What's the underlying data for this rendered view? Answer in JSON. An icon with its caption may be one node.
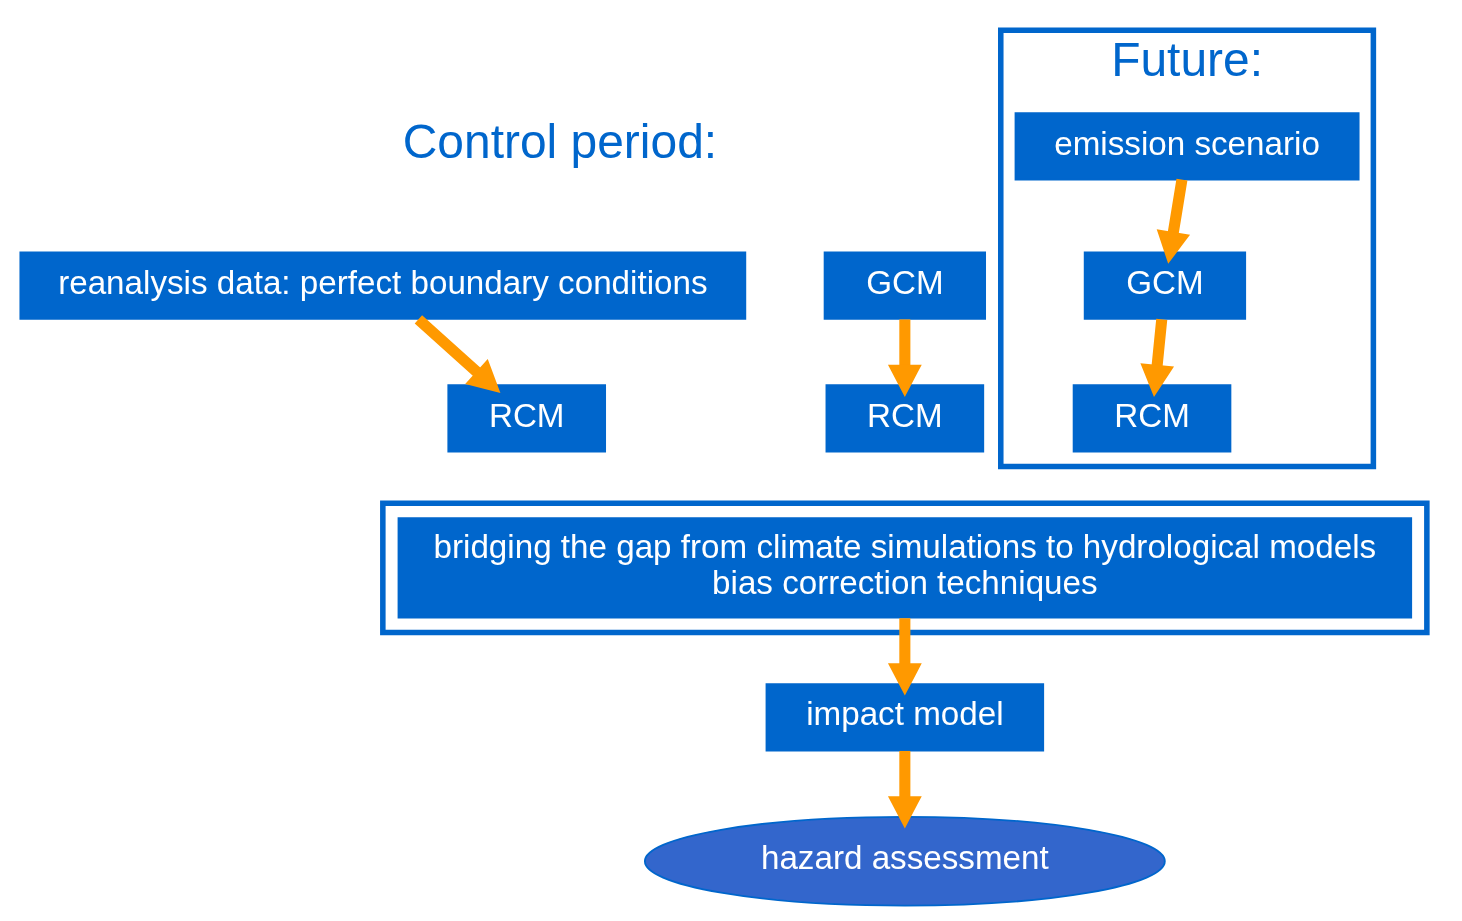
{
  "diagram": {
    "nodes": [
      {
        "text": [
          "reanalysis data: perfect boundary conditions"
        ]
      },
      {
        "text": [
          "RCM"
        ]
      },
      {
        "text": [
          "GCM"
        ]
      },
      {
        "text": [
          "RCM"
        ]
      },
      {
        "text": [
          "Future:"
        ]
      },
      {
        "text": [
          "emission scenario"
        ],
        "in": 4
      },
      {
        "text": [
          "GCM"
        ],
        "in": 4
      },
      {
        "text": [
          "RCM"
        ],
        "in": 4
      },
      {
        "text": [],
        "shape": "box"
      },
      {
        "text": [
          "bridging the gap from climate simulations to hydrological models",
          "bias correction techniques"
        ],
        "in": 8
      },
      {
        "text": [
          "impact model"
        ]
      },
      {
        "text": [
          "hazard assessment"
        ]
      }
    ],
    "edges": [
      {
        "from": 0,
        "to": 1,
        "arrow": "to"
      },
      {
        "from": 2,
        "to": 3,
        "arrow": "to"
      },
      {
        "from": 5,
        "to": 6,
        "arrow": "to"
      },
      {
        "from": 6,
        "to": 7,
        "arrow": "to"
      },
      {
        "from": 9,
        "to": 10,
        "arrow": "to"
      },
      {
        "from": 10,
        "to": 11,
        "arrow": "to"
      }
    ],
    "labels": [
      "Control period:"
    ]
  }
}
